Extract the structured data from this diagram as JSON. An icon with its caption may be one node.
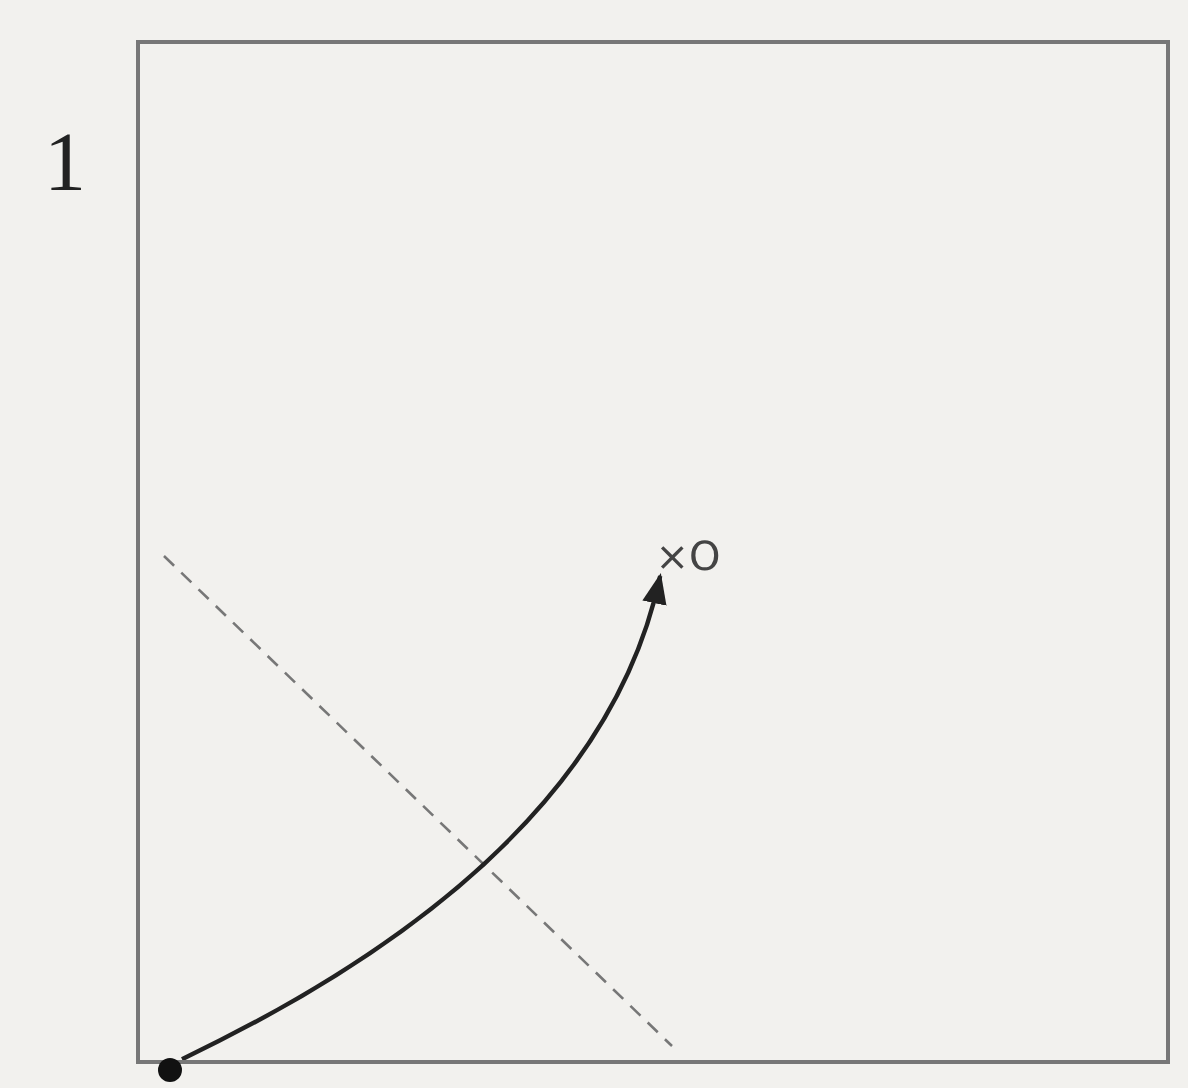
{
  "diagram": {
    "nodes": [
      {
        "text": [],
        "shape": "box"
      },
      {
        "text": [],
        "shape": "circle"
      },
      {
        "text": [
          "×O"
        ],
        "in": 0
      }
    ],
    "edges": [
      {
        "from": 1,
        "to": 2,
        "arrow": "to"
      }
    ],
    "labels": [
      "1"
    ]
  }
}
